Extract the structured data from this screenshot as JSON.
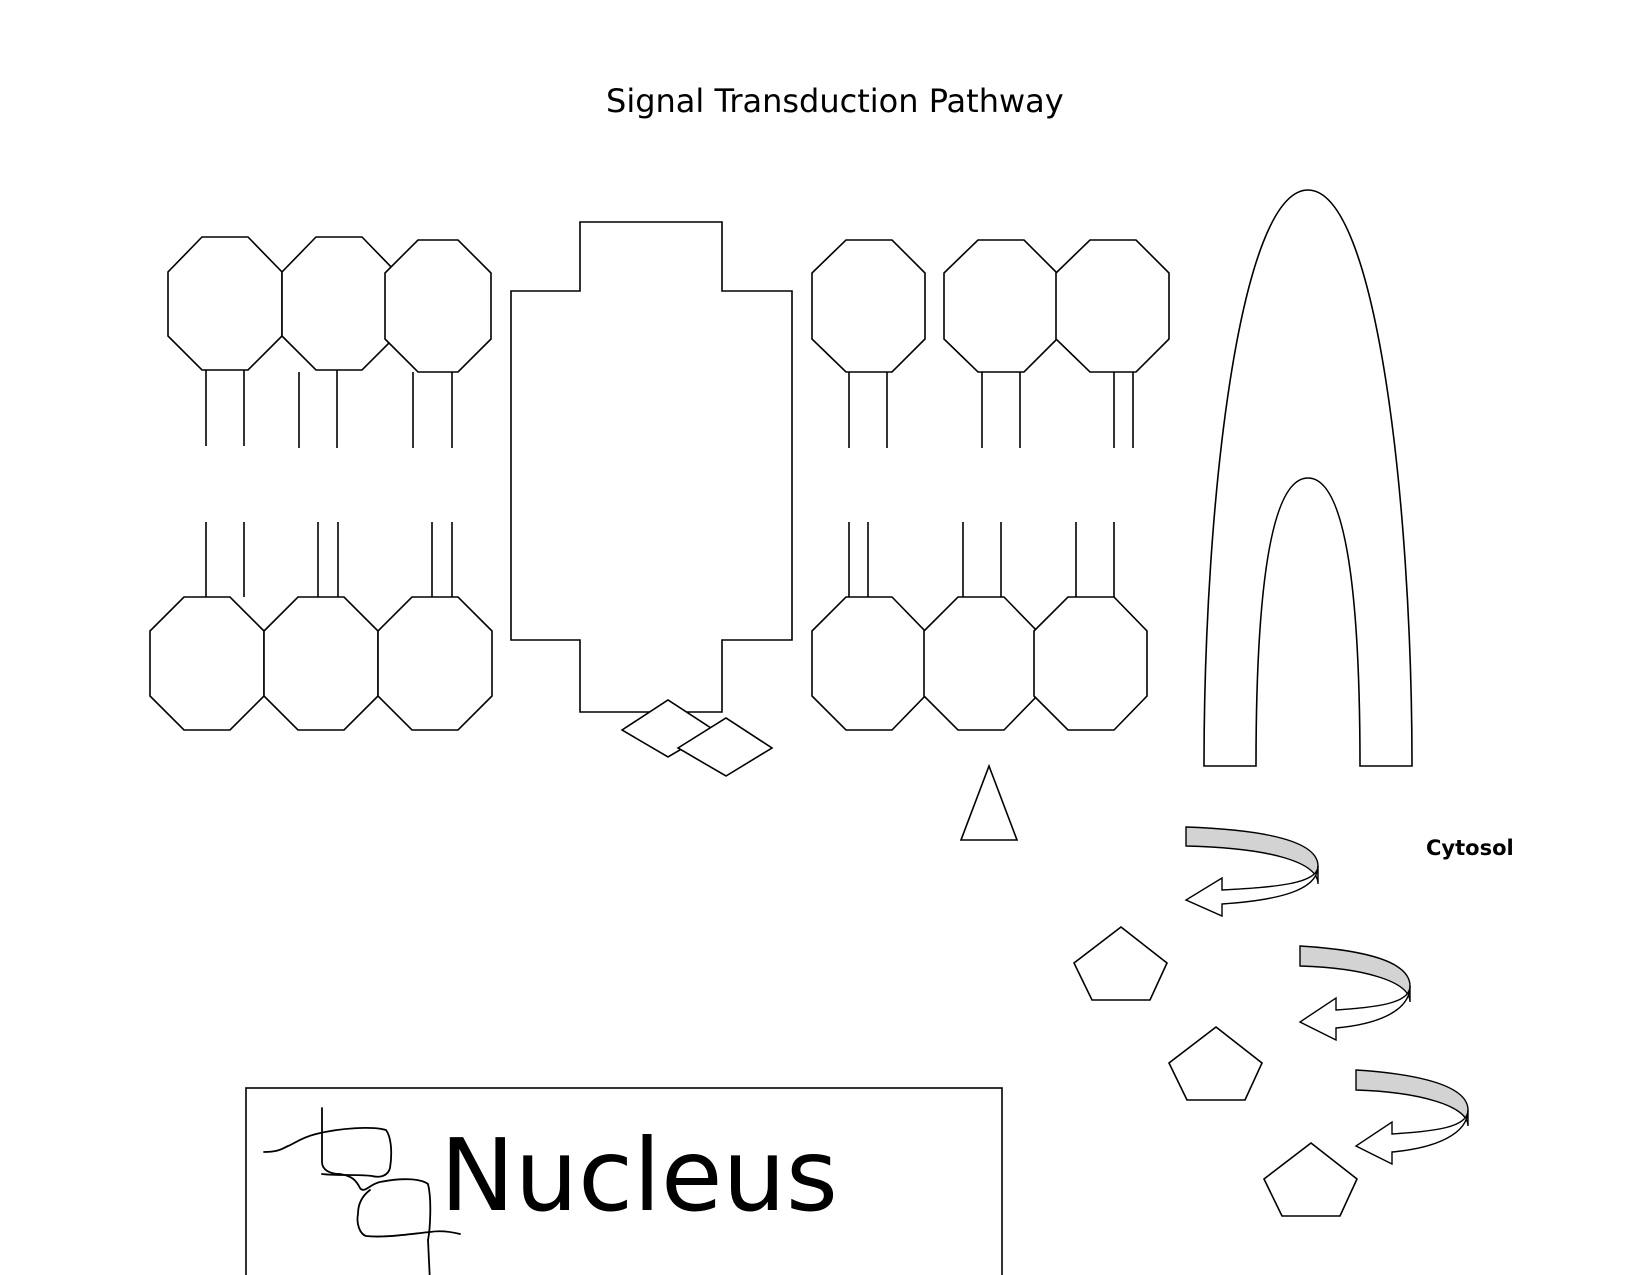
{
  "diagram": {
    "title": "Signal Transduction Pathway",
    "region_label": "Cytosol",
    "nucleus_label": "Nucleus",
    "colors": {
      "stroke": "#000000",
      "fill": "#ffffff",
      "arrow_band": "#d3d3d3"
    }
  }
}
